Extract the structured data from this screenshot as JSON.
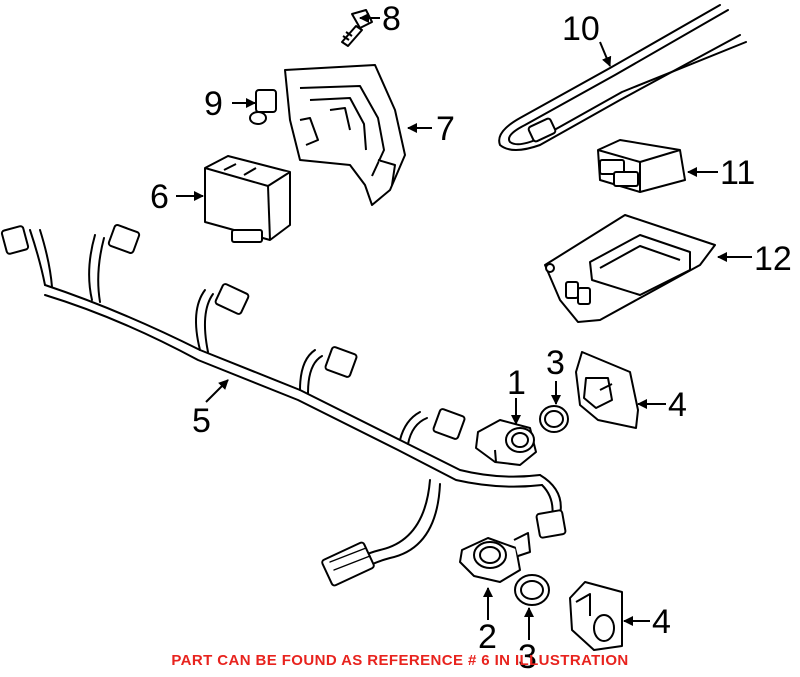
{
  "callouts": {
    "c1": "1",
    "c2": "2",
    "c3a": "3",
    "c3b": "3",
    "c4a": "4",
    "c4b": "4",
    "c5": "5",
    "c6": "6",
    "c7": "7",
    "c8": "8",
    "c9": "9",
    "c10": "10",
    "c11": "11",
    "c12": "12"
  },
  "notice": {
    "text": "PART CAN BE FOUND AS REFERENCE # 6 IN ILLUSTRATION",
    "color": "#e8231e"
  }
}
